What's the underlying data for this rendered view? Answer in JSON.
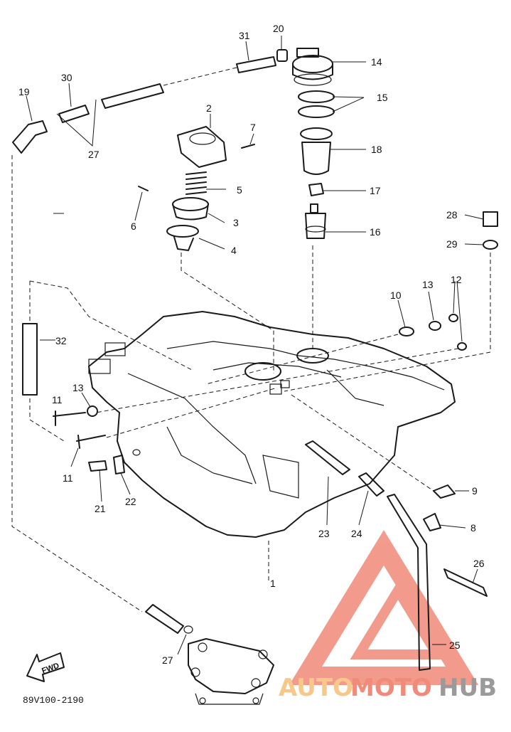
{
  "diagram_code": "89V100-2190",
  "fwd_label": "FWD",
  "watermark": {
    "part1": "AUTO",
    "part2": "MOTO",
    "part3": "HUB"
  },
  "callouts": {
    "c1": "1",
    "c2": "2",
    "c3": "3",
    "c4": "4",
    "c5": "5",
    "c6": "6",
    "c7": "7",
    "c8": "8",
    "c9": "9",
    "c10": "10",
    "c11a": "11",
    "c11b": "11",
    "c12": "12",
    "c13a": "13",
    "c13b": "13",
    "c14": "14",
    "c15": "15",
    "c16": "16",
    "c17": "17",
    "c18": "18",
    "c19": "19",
    "c20": "20",
    "c21": "21",
    "c22": "22",
    "c23": "23",
    "c24": "24",
    "c25": "25",
    "c26": "26",
    "c27a": "27",
    "c27b": "27",
    "c28": "28",
    "c29": "29",
    "c30": "30",
    "c31": "31",
    "c32": "32"
  }
}
